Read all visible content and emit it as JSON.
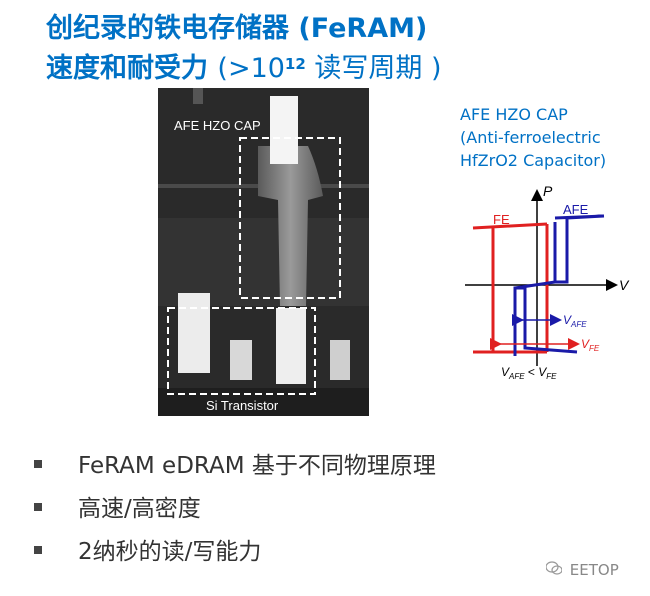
{
  "slide": {
    "title_line1": "创纪录的铁电存储器 (FeRAM)",
    "title_line2_main": "速度和耐受力",
    "title_line2_pre": "(>10",
    "title_line2_sup": "12",
    "title_line2_post": " 读写周期 )"
  },
  "micrograph": {
    "top_label": "AFE HZO CAP",
    "bottom_label": "Si Transistor"
  },
  "cap_caption": {
    "line1": "AFE HZO CAP",
    "line2": "(Anti-ferroelectric",
    "line3": "HfZrO2 Capacitor)"
  },
  "hysteresis": {
    "p_axis": "P",
    "v_axis": "V",
    "fe_label": "FE",
    "afe_label": "AFE",
    "v_afe_main": "V",
    "v_afe_sub": "AFE",
    "v_fe_main": "V",
    "v_fe_sub": "FE",
    "comparison_v1": "V",
    "comparison_sub1": "AFE",
    "comparison_op": " < ",
    "comparison_v2": "V",
    "comparison_sub2": "FE",
    "fe_color": "#e02020",
    "afe_color": "#1a1aa8"
  },
  "bullets": [
    {
      "text": "FeRAM eDRAM 基于不同物理原理"
    },
    {
      "text": "高速/高密度"
    },
    {
      "text": "2纳秒的读/写能力"
    }
  ],
  "watermark": {
    "icon": "wechat-icon",
    "text": "EETOP"
  },
  "colors": {
    "title": "#0071c5",
    "accent": "#0071c5"
  }
}
